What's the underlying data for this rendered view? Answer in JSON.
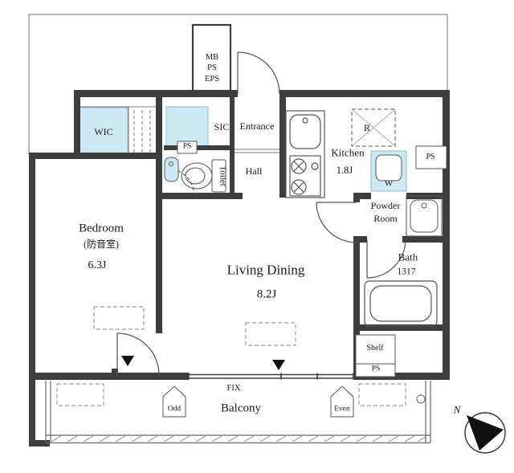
{
  "title": "Apartment floor plan",
  "colors": {
    "wall": "#3d3d3d",
    "thin_line": "#666666",
    "light_blue": "#cdeaf4",
    "north_arrow": "#111111",
    "background": "#ffffff"
  },
  "labels": {
    "mb": "MB",
    "ps_shaft": "PS",
    "eps": "EPS",
    "wic": "WIC",
    "sic": "SIC",
    "entrance": "Entrance",
    "ps_mid": "PS",
    "toilet": "Toilet",
    "hall": "Hall",
    "kitchen": "Kitchen",
    "kitchen_size": "1.8J",
    "fridge": "R",
    "ps_top_right": "PS",
    "washer": "W",
    "powder_line1": "Powder",
    "powder_line2": "Room",
    "bath": "Bath",
    "bath_size": "1317",
    "shelf": "Shelf",
    "ps_bottom_right": "PS",
    "living": "Living Dining",
    "living_size": "8.2J",
    "bedroom": "Bedroom",
    "bedroom_note": "(防音室)",
    "bedroom_size": "6.3J",
    "fix": "FIX",
    "balcony": "Balcony",
    "odd": "Odd",
    "even": "Even",
    "north": "N"
  }
}
